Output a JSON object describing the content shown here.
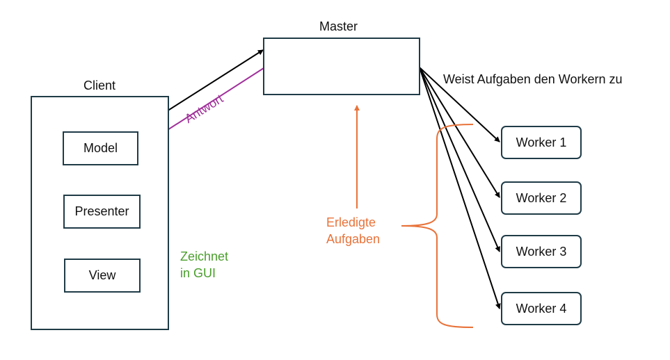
{
  "labels": {
    "master": "Master",
    "client": "Client",
    "assigns": "Weist Aufgaben den Workern zu",
    "answer": "Antwort",
    "done_line1": "Erledigte",
    "done_line2": "Aufgaben",
    "draws_line1": "Zeichnet",
    "draws_line2": "in GUI"
  },
  "client_nodes": {
    "model": "Model",
    "presenter": "Presenter",
    "view": "View"
  },
  "workers": [
    "Worker 1",
    "Worker 2",
    "Worker 3",
    "Worker 4"
  ],
  "colors": {
    "stroke": "#1f3b47",
    "arrow": "#000000",
    "answer": "#a0309a",
    "done": "#e8733a",
    "draws": "#4a9e2c"
  }
}
